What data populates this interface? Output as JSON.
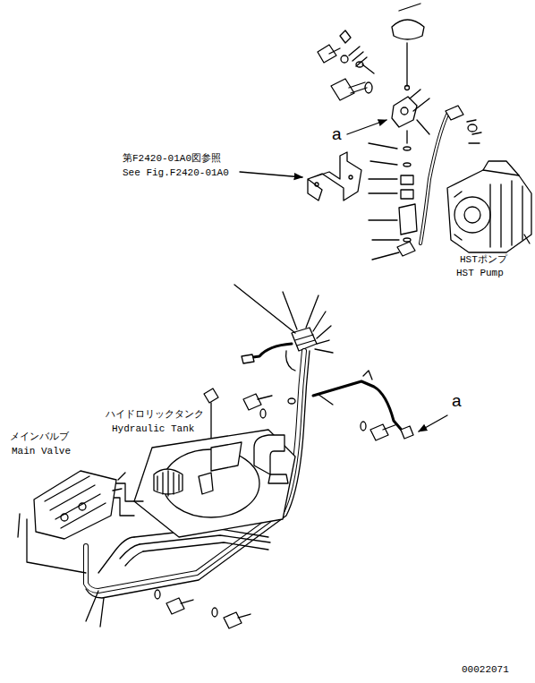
{
  "diagram": {
    "labels": [
      "第F2420-01A0図参照",
      "See Fig.F2420-01A0",
      "a",
      "HSTポンプ",
      "HST Pump",
      "ハイドロリックタンク",
      "Hydraulic Tank",
      "メインバルブ",
      "Main Valve",
      "a",
      "00022071"
    ]
  }
}
